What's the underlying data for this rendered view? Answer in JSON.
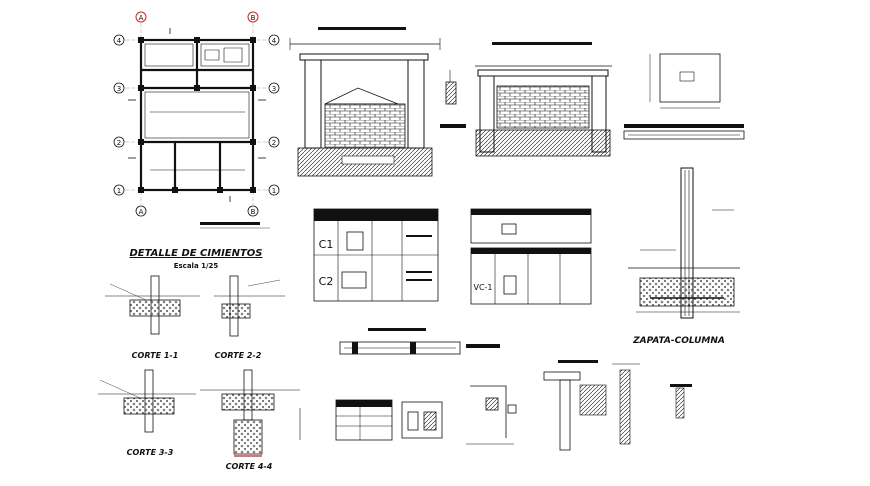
{
  "drawing": {
    "axis_letters": [
      "A",
      "B"
    ],
    "axis_numbers": [
      "4",
      "3",
      "2",
      "1"
    ],
    "titles": {
      "foundation_detail": "DETALLE DE CIMIENTOS",
      "foundation_scale": "Escala 1/25",
      "footing_column": "ZAPATA-COLUMNA"
    },
    "sections": [
      "CORTE 1-1",
      "CORTE 2-2",
      "CORTE 3-3",
      "CORTE 4-4"
    ],
    "column_table": {
      "rows": [
        "C1",
        "C2"
      ]
    },
    "beam_table": {
      "rows": [
        "VC-1"
      ]
    }
  },
  "colors": {
    "ink": "#111111",
    "background": "#ffffff",
    "accent_red": "#cc2222"
  }
}
